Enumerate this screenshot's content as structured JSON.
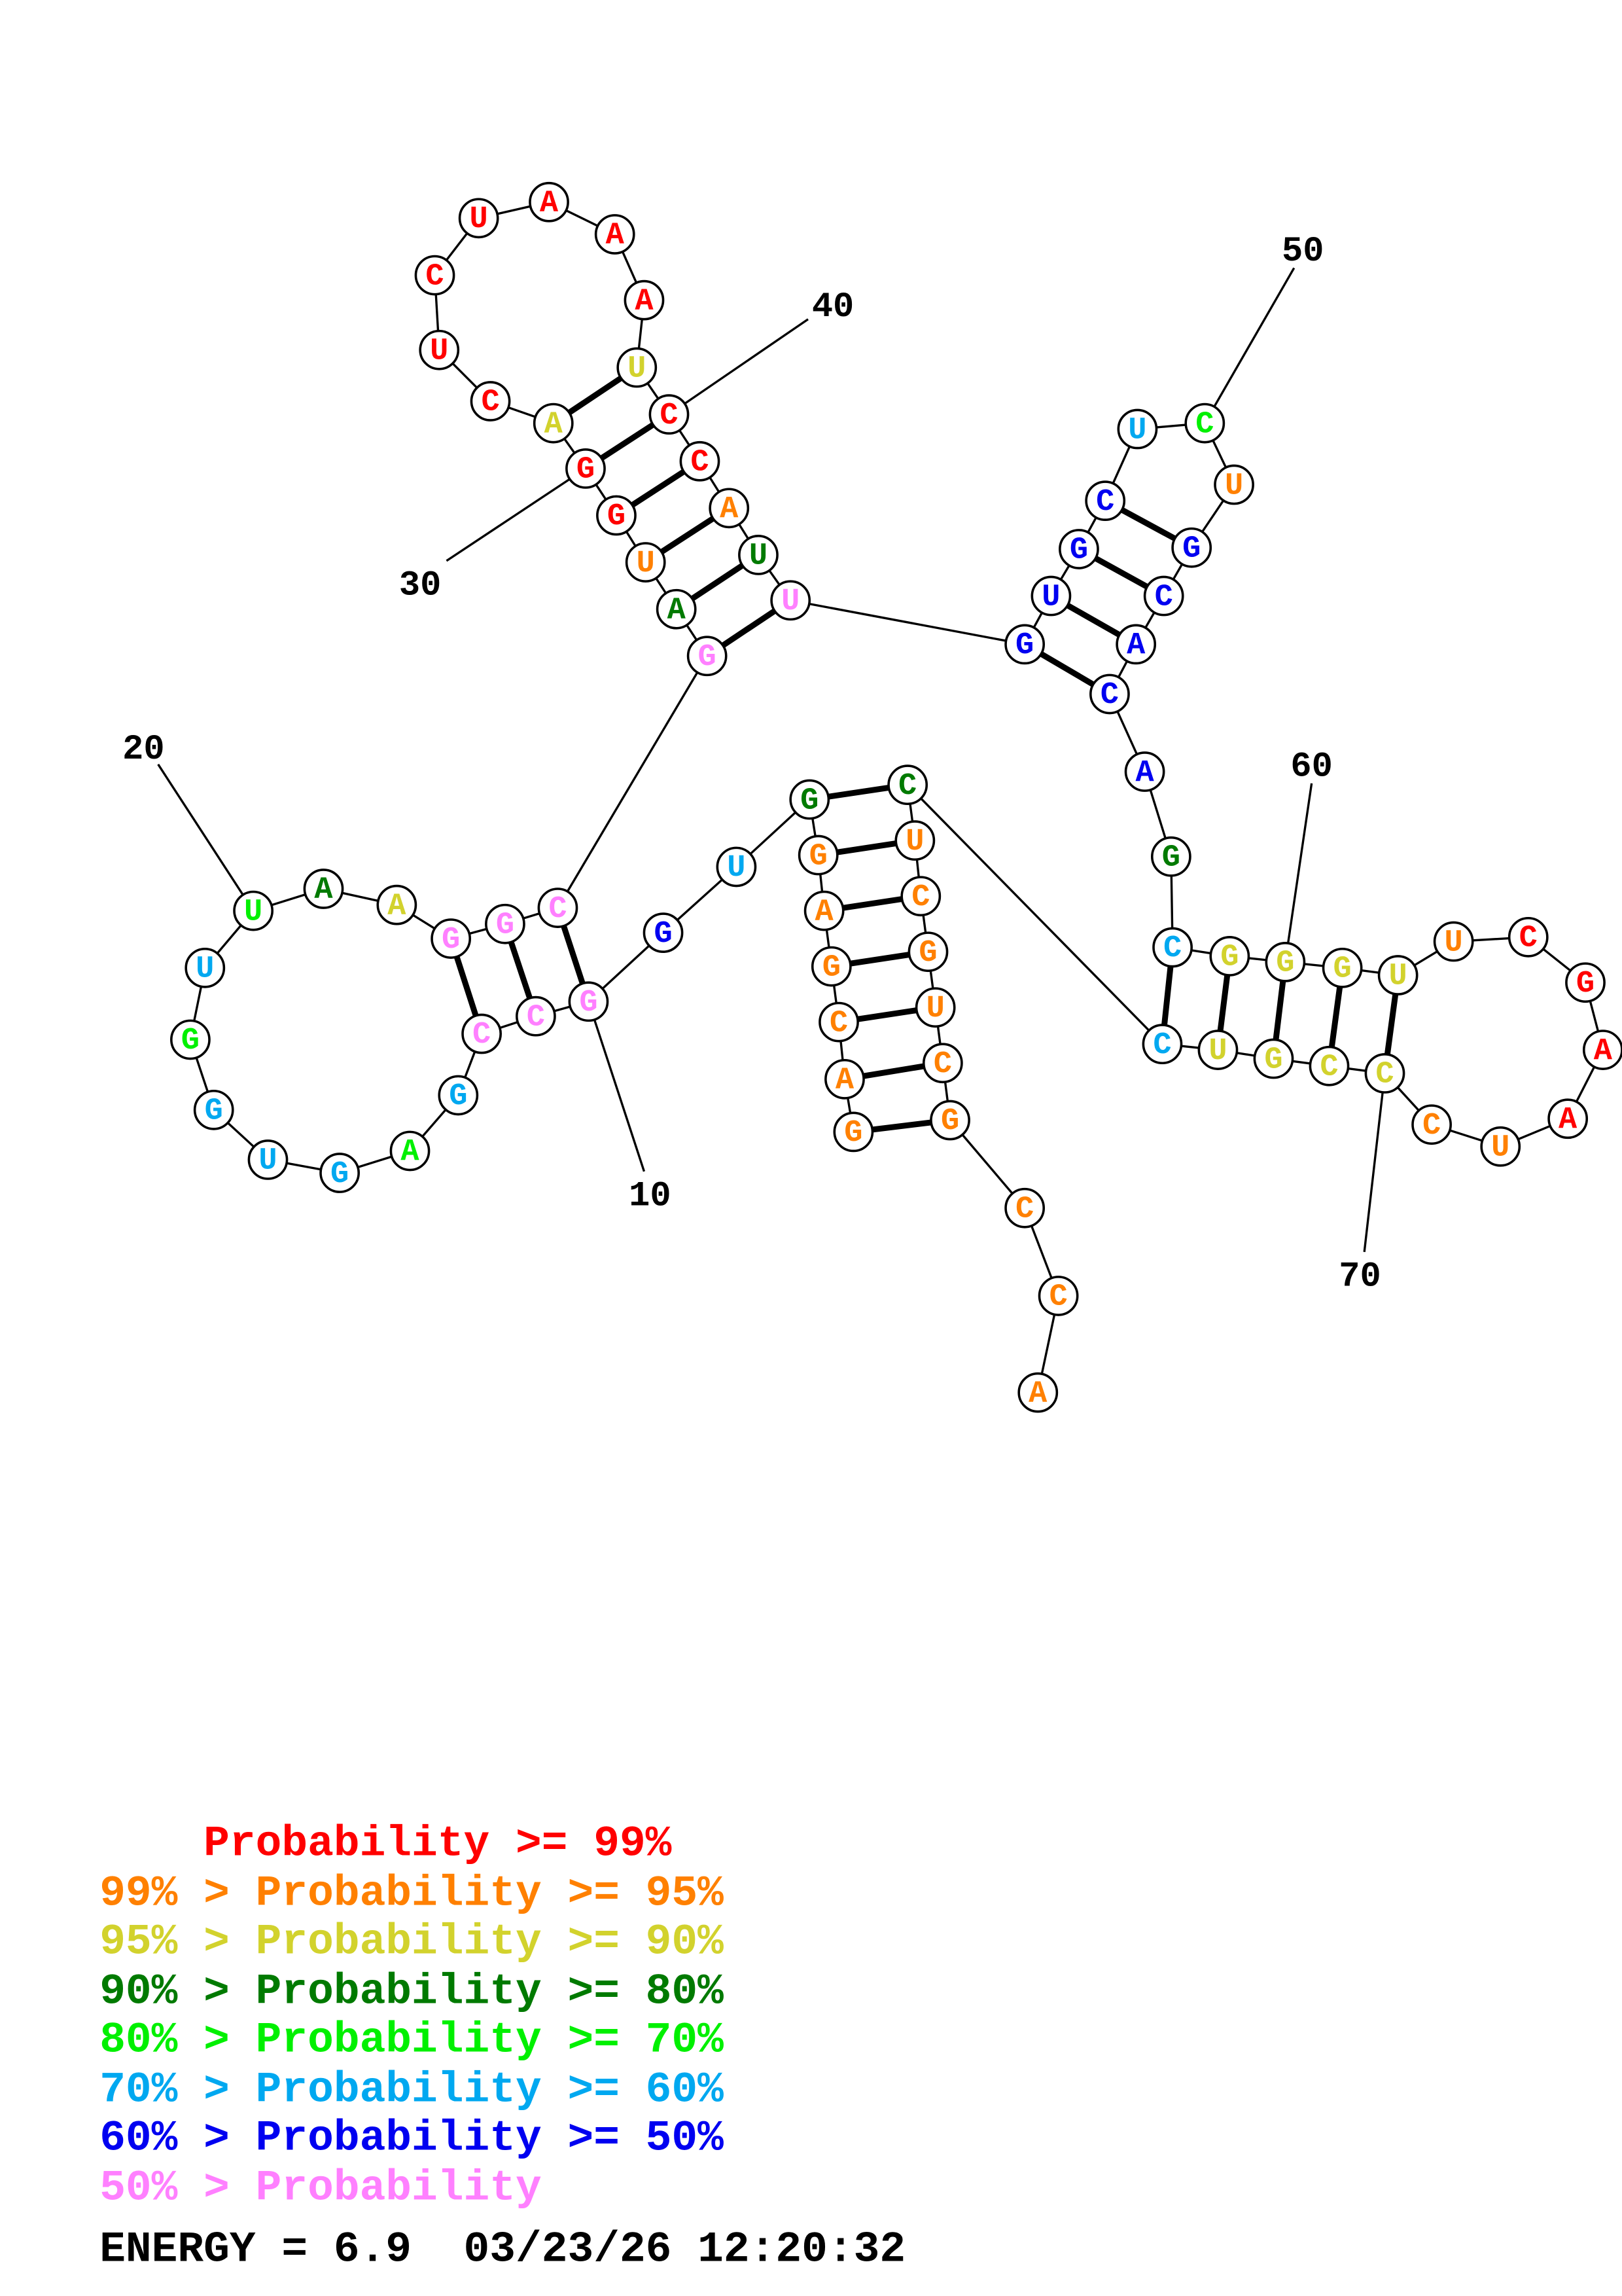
{
  "diagram": {
    "type": "rna-secondary-structure",
    "sequence": "GACGAGGUGGCCGAGUGGUUAAGGCGAUGGACUCUAAAUCCAUUGUGCUCUGCACAGCGGGUUCGAAUCCCGUCCUCGUCGCCA",
    "probability_class": [
      1,
      1,
      1,
      1,
      1,
      1,
      3,
      5,
      6,
      7,
      7,
      7,
      5,
      4,
      5,
      5,
      5,
      4,
      5,
      4,
      3,
      2,
      7,
      7,
      7,
      7,
      3,
      1,
      0,
      0,
      2,
      0,
      0,
      0,
      0,
      0,
      0,
      0,
      2,
      0,
      0,
      1,
      3,
      7,
      6,
      6,
      6,
      6,
      5,
      4,
      1,
      6,
      6,
      6,
      6,
      6,
      3,
      5,
      2,
      2,
      2,
      2,
      1,
      0,
      0,
      0,
      0,
      1,
      1,
      2,
      2,
      2,
      2,
      5,
      3,
      1,
      1,
      1,
      1,
      1,
      1,
      1,
      1,
      1,
      0
    ],
    "pairs": [
      [
        1,
        81
      ],
      [
        2,
        80
      ],
      [
        3,
        79
      ],
      [
        4,
        78
      ],
      [
        5,
        77
      ],
      [
        6,
        76
      ],
      [
        7,
        75
      ],
      [
        10,
        25
      ],
      [
        11,
        24
      ],
      [
        12,
        23
      ],
      [
        26,
        44
      ],
      [
        27,
        43
      ],
      [
        28,
        42
      ],
      [
        29,
        41
      ],
      [
        30,
        40
      ],
      [
        31,
        39
      ],
      [
        45,
        55
      ],
      [
        46,
        54
      ],
      [
        47,
        53
      ],
      [
        48,
        52
      ],
      [
        58,
        74
      ],
      [
        59,
        73
      ],
      [
        60,
        72
      ],
      [
        61,
        71
      ],
      [
        62,
        70
      ]
    ],
    "position_labels": [
      "10",
      "20",
      "30",
      "40",
      "50",
      "60",
      "70"
    ]
  },
  "colors": [
    "#ff0000",
    "#ff8000",
    "#d2d22d",
    "#007a00",
    "#00f000",
    "#00a8f0",
    "#0000f0",
    "#ff80ff"
  ],
  "legend": {
    "lines": [
      "    Probability >= 99%",
      "99% > Probability >= 95%",
      "95% > Probability >= 90%",
      "90% > Probability >= 80%",
      "80% > Probability >= 70%",
      "70% > Probability >= 60%",
      "60% > Probability >= 50%",
      "50% > Probability"
    ],
    "energy_line": "ENERGY = 6.9  03/23/26 12:20:32"
  }
}
